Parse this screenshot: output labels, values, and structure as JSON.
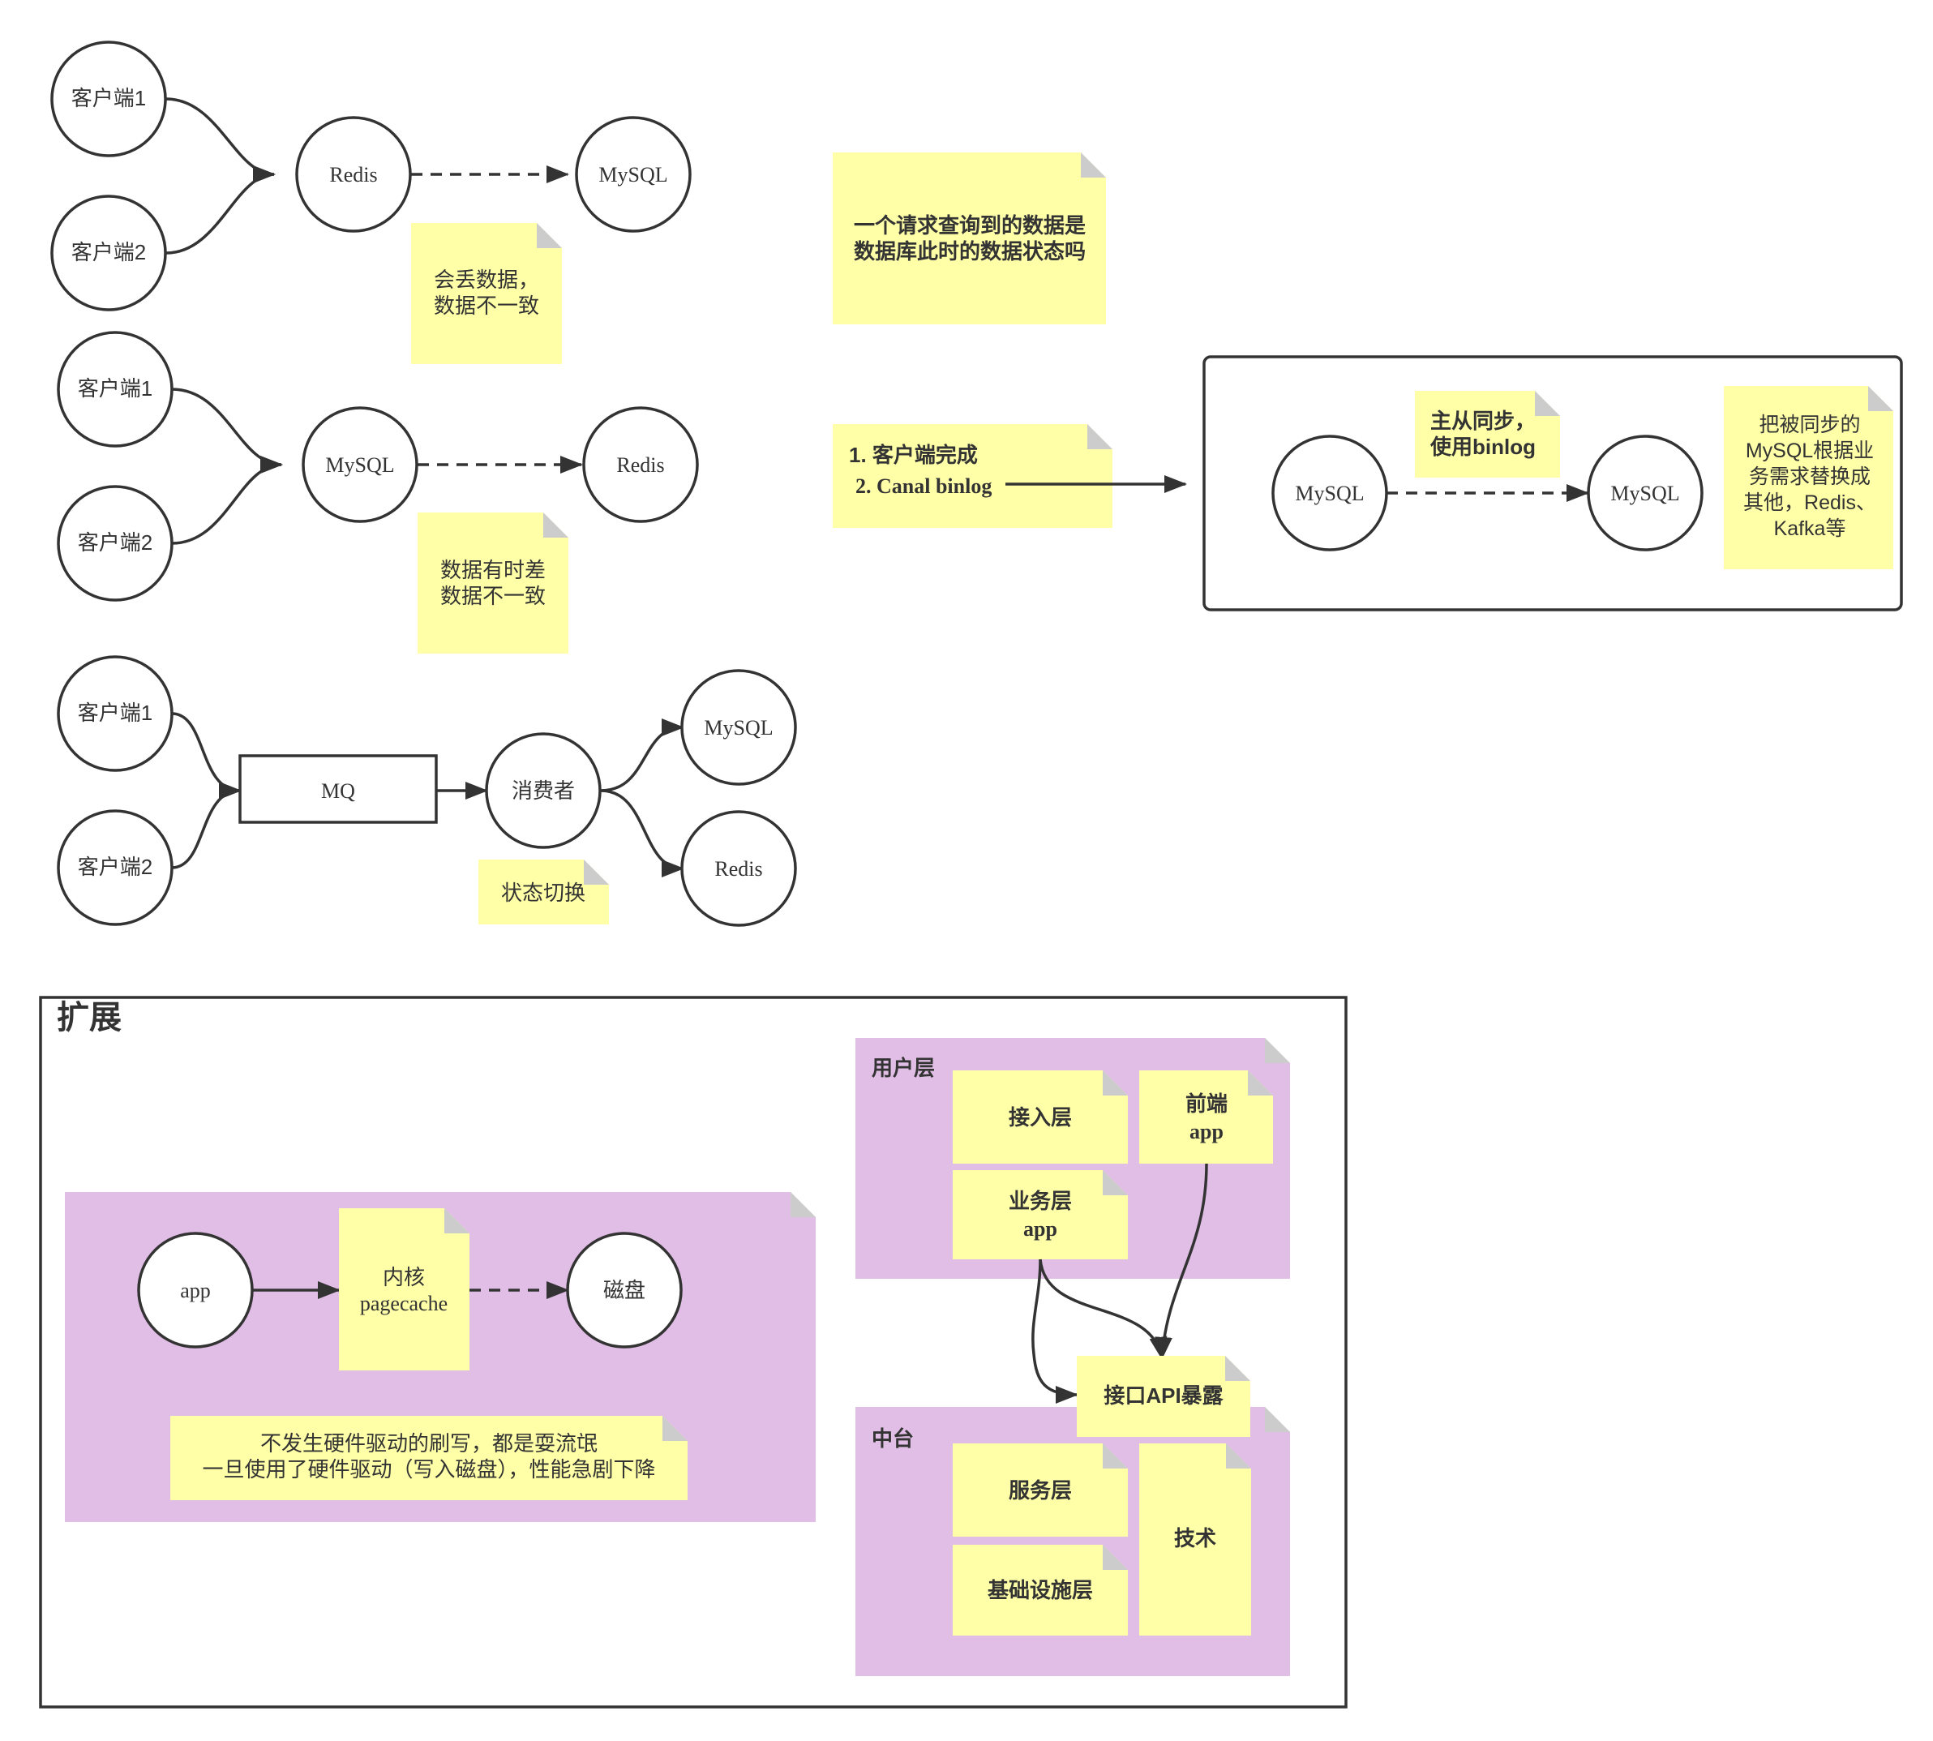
{
  "flow1": {
    "client1": "客户端1",
    "client2": "客户端2",
    "redis": "Redis",
    "mysql": "MySQL",
    "note_lines": [
      "会丢数据，",
      "数据不一致"
    ]
  },
  "flow2": {
    "client1": "客户端1",
    "client2": "客户端2",
    "mysql": "MySQL",
    "redis": "Redis",
    "note_lines": [
      "数据有时差",
      "数据不一致"
    ]
  },
  "flow3": {
    "client1": "客户端1",
    "client2": "客户端2",
    "mq": "MQ",
    "consumer": "消费者",
    "mysql": "MySQL",
    "redis": "Redis",
    "note": "状态切换"
  },
  "question_note": {
    "lines": [
      "一个请求查询到的数据是",
      "数据库此时的数据状态吗"
    ]
  },
  "solution_note": {
    "line1": "1. 客户端完成",
    "line2": "2. Canal binlog"
  },
  "sync_box": {
    "mysql_left": "MySQL",
    "mysql_right": "MySQL",
    "sync_note_lines": [
      "主从同步，",
      "使用binlog"
    ],
    "replace_note_lines": [
      "把被同步的",
      "MySQL根据业",
      "务需求替换成",
      "其他，Redis、",
      "Kafka等"
    ]
  },
  "extension": {
    "title": "扩展",
    "pagecache_group": {
      "app": "app",
      "kernel_lines": [
        "内核",
        "pagecache"
      ],
      "disk": "磁盘",
      "note_lines": [
        "不发生硬件驱动的刷写，都是耍流氓",
        "一旦使用了硬件驱动（写入磁盘），性能急剧下降"
      ]
    },
    "user_layer": {
      "title": "用户层",
      "access": "接入层",
      "frontend_lines": [
        "前端",
        "app"
      ],
      "business_lines": [
        "业务层",
        "app"
      ]
    },
    "api_note": "接口API暴露",
    "middle_platform": {
      "title": "中台",
      "service": "服务层",
      "infra": "基础设施层",
      "tech": "技术"
    }
  }
}
